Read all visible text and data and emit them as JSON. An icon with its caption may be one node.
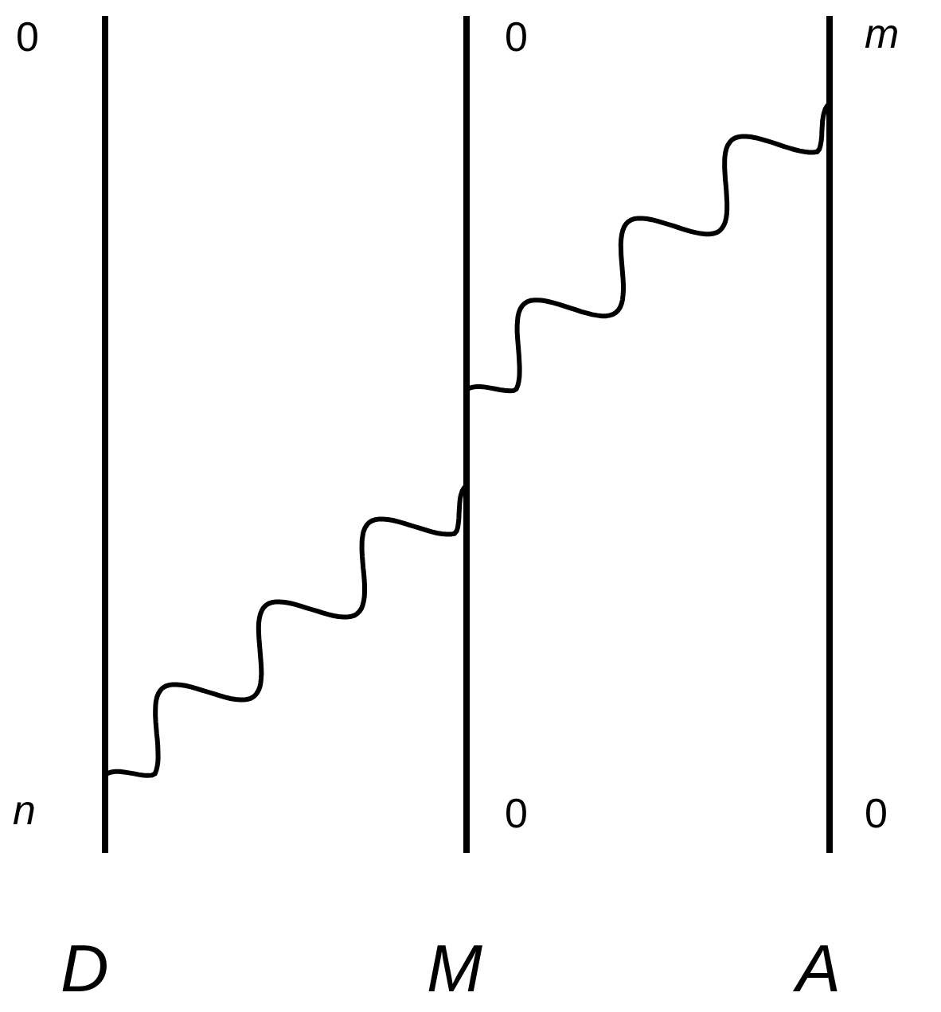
{
  "diagram": {
    "nodes": [
      {
        "text": [
          "D"
        ],
        "beside": [
          "0",
          "n"
        ]
      },
      {
        "text": [
          "M"
        ],
        "beside": [
          "0",
          "0"
        ]
      },
      {
        "text": [
          "A"
        ],
        "beside": [
          "m",
          "0"
        ]
      }
    ],
    "edges": [
      {
        "from": 0,
        "to": 1,
        "arrow": "none"
      },
      {
        "from": 1,
        "to": 2,
        "arrow": "none"
      }
    ]
  }
}
